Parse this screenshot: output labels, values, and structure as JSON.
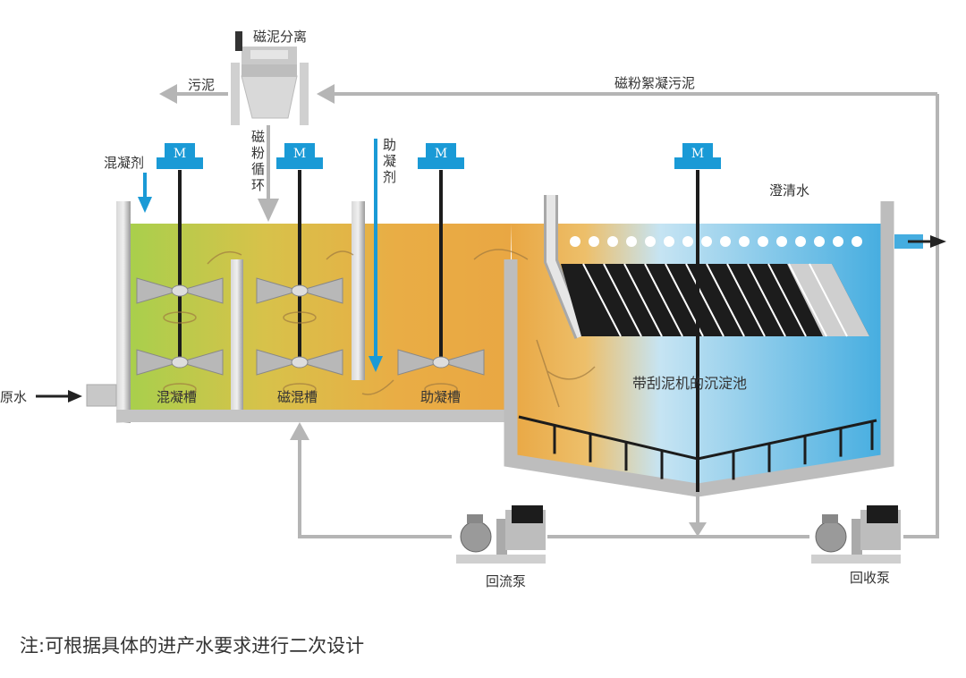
{
  "labels": {
    "magnetic_separation": "磁泥分离",
    "sludge": "污泥",
    "magnetic_floc_sludge": "磁粉絮凝污泥",
    "coagulant": "混凝剂",
    "magnetic_powder_cycle": [
      "磁",
      "粉",
      "循",
      "环"
    ],
    "coagulant_aid": [
      "助",
      "凝",
      "剂"
    ],
    "clear_water": "澄清水",
    "raw_water": "原水",
    "tank_coagulation": "混凝槽",
    "tank_magnetic_mix": "磁混槽",
    "tank_coagulant_aid": "助凝槽",
    "settling_tank": "带刮泥机的沉淀池",
    "return_pump": "回流泵",
    "recovery_pump": "回收泵",
    "motor": "M"
  },
  "note": "注:可根据具体的进产水要求进行二次设计",
  "colors": {
    "motor": "#1a9ad6",
    "pipe": "#b0b0b0",
    "green": "#a9cf4c",
    "orange": "#e9a743",
    "blue": "#45ade0"
  }
}
